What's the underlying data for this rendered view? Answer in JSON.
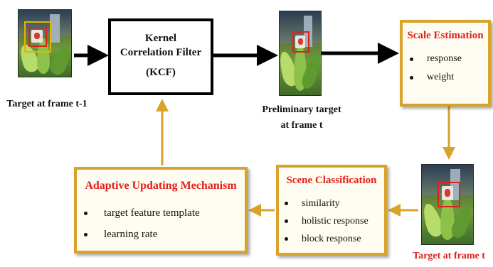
{
  "frame_prev": {
    "caption": "Target at frame t-1"
  },
  "kcf": {
    "line1": "Kernel",
    "line2": "Correlation Filter",
    "line3": "(KCF)"
  },
  "frame_prelim": {
    "caption_line1": "Preliminary target",
    "caption_line2": "at frame t"
  },
  "scale_estimation": {
    "title": "Scale Estimation",
    "items": [
      "response",
      "weight"
    ]
  },
  "frame_t": {
    "caption": "Target at frame t"
  },
  "scene_classification": {
    "title": "Scene Classification",
    "items": [
      "similarity",
      "holistic response",
      "block response"
    ]
  },
  "adaptive_updating": {
    "title": "Adaptive Updating Mechanism",
    "items": [
      "target feature template",
      "learning rate"
    ]
  },
  "colors": {
    "title_red": "#e0201a",
    "box_border": "#d9a22a",
    "arrow_black": "#000000",
    "arrow_orange": "#d9a22a"
  }
}
